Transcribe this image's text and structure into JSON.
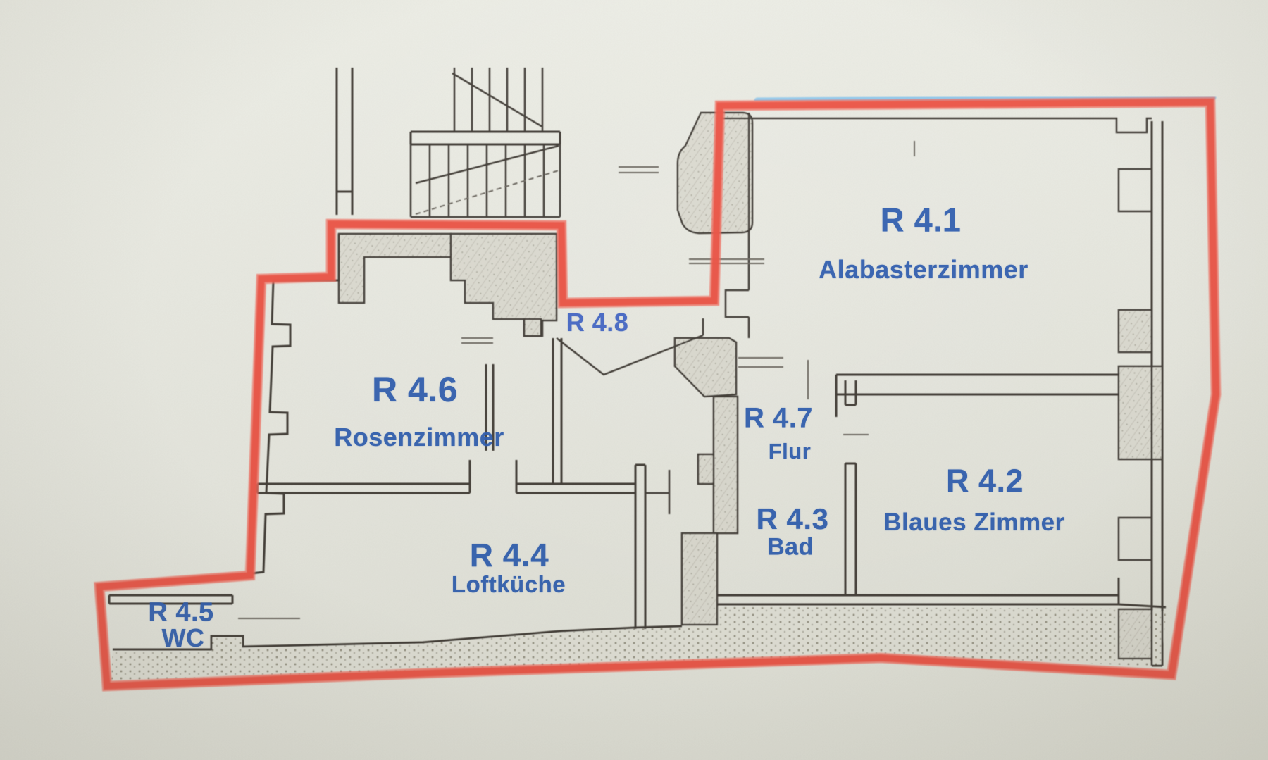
{
  "rooms": [
    {
      "code": "R 4.1",
      "name": "Alabasterzimmer"
    },
    {
      "code": "R 4.2",
      "name": "Blaues Zimmer"
    },
    {
      "code": "R 4.3",
      "name": "Bad"
    },
    {
      "code": "R 4.4",
      "name": "Loftküche"
    },
    {
      "code": "R 4.5",
      "name": "WC"
    },
    {
      "code": "R 4.6",
      "name": "Rosenzimmer"
    },
    {
      "code": "R 4.7",
      "name": "Flur"
    },
    {
      "code": "R 4.8",
      "name": ""
    }
  ],
  "colors": {
    "paper": "#eaebe3",
    "outline_red": "#ec5244",
    "roof_line_blue": "#8ec7ec",
    "label_blue": "#2b5bb0",
    "wall_black": "#3f3b35"
  }
}
